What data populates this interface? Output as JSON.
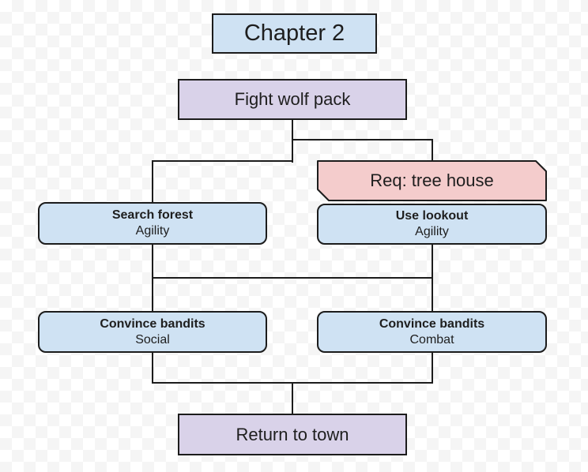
{
  "diagram": {
    "nodes": {
      "chapter": {
        "label": "Chapter 2"
      },
      "fight": {
        "label": "Fight wolf pack"
      },
      "req": {
        "label": "Req: tree house"
      },
      "search": {
        "title": "Search forest",
        "subtitle": "Agility"
      },
      "lookout": {
        "title": "Use lookout",
        "subtitle": "Agility"
      },
      "social": {
        "title": "Convince bandits",
        "subtitle": "Social"
      },
      "combat": {
        "title": "Convince bandits",
        "subtitle": "Combat"
      },
      "return_town": {
        "label": "Return to town"
      }
    },
    "colors": {
      "node_blue": "#cfe2f3",
      "node_purple": "#d9d2e9",
      "node_pink": "#f4cccc",
      "edge": "#1c1c1c",
      "checker_gray": "#f5f5f5",
      "checker_white": "#ffffff"
    }
  }
}
